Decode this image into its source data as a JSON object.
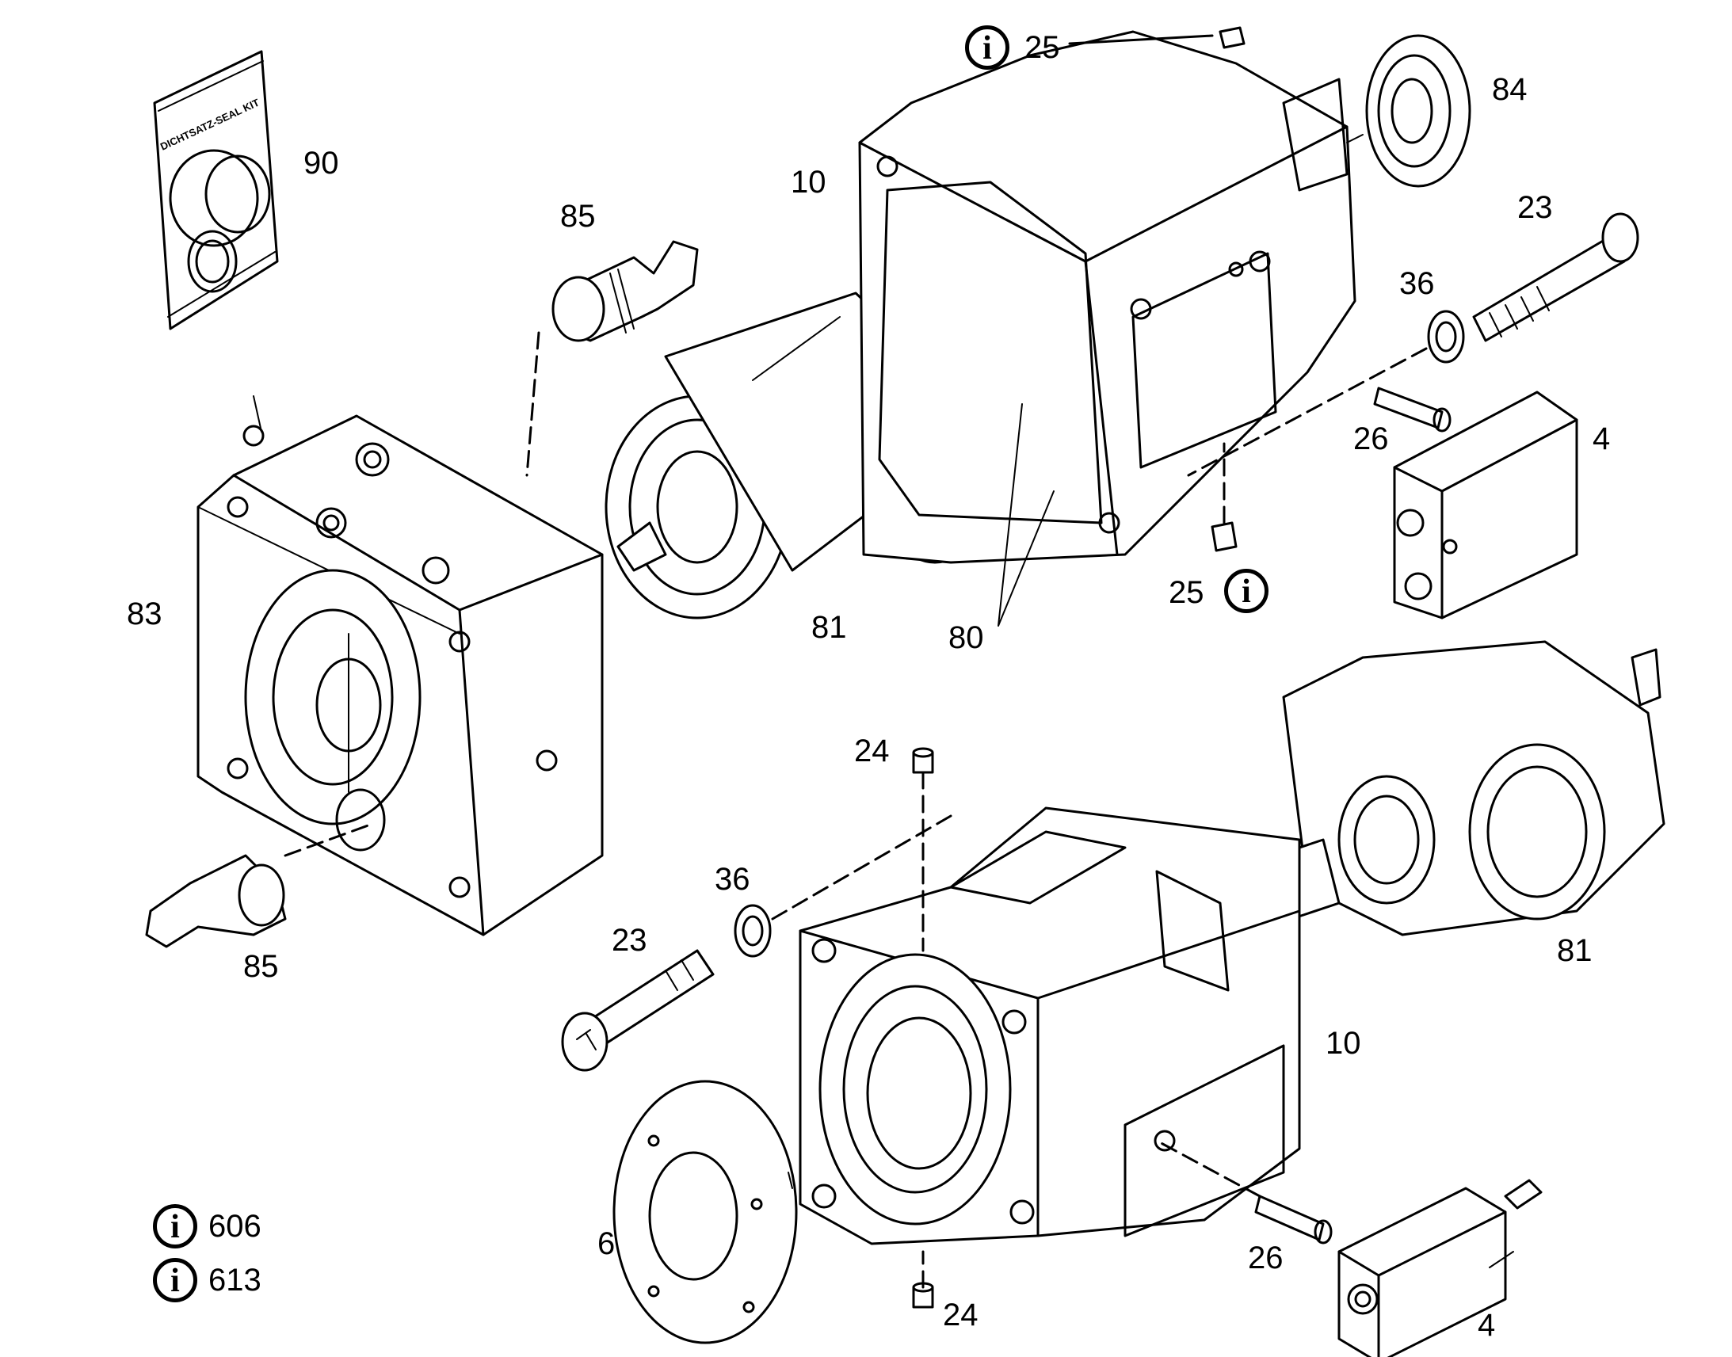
{
  "diagram": {
    "info_symbol": "i",
    "kit_bag_text": "DICHTSATZ-SEAL KIT",
    "callouts": [
      {
        "id": "90a",
        "text": "90"
      },
      {
        "id": "85a",
        "text": "85"
      },
      {
        "id": "10a",
        "text": "10"
      },
      {
        "id": "25a",
        "text": "25"
      },
      {
        "id": "84a",
        "text": "84"
      },
      {
        "id": "23a",
        "text": "23"
      },
      {
        "id": "36a",
        "text": "36"
      },
      {
        "id": "26a",
        "text": "26"
      },
      {
        "id": "4a",
        "text": "4"
      },
      {
        "id": "25b",
        "text": "25"
      },
      {
        "id": "83a",
        "text": "83"
      },
      {
        "id": "81a",
        "text": "81"
      },
      {
        "id": "80a",
        "text": "80"
      },
      {
        "id": "24a",
        "text": "24"
      },
      {
        "id": "36b",
        "text": "36"
      },
      {
        "id": "23b",
        "text": "23"
      },
      {
        "id": "85b",
        "text": "85"
      },
      {
        "id": "81b",
        "text": "81"
      },
      {
        "id": "10b",
        "text": "10"
      },
      {
        "id": "6a",
        "text": "6"
      },
      {
        "id": "26b",
        "text": "26"
      },
      {
        "id": "24b",
        "text": "24"
      },
      {
        "id": "4b",
        "text": "4"
      }
    ],
    "info_refs": [
      {
        "text": "606"
      },
      {
        "text": "613"
      }
    ]
  }
}
